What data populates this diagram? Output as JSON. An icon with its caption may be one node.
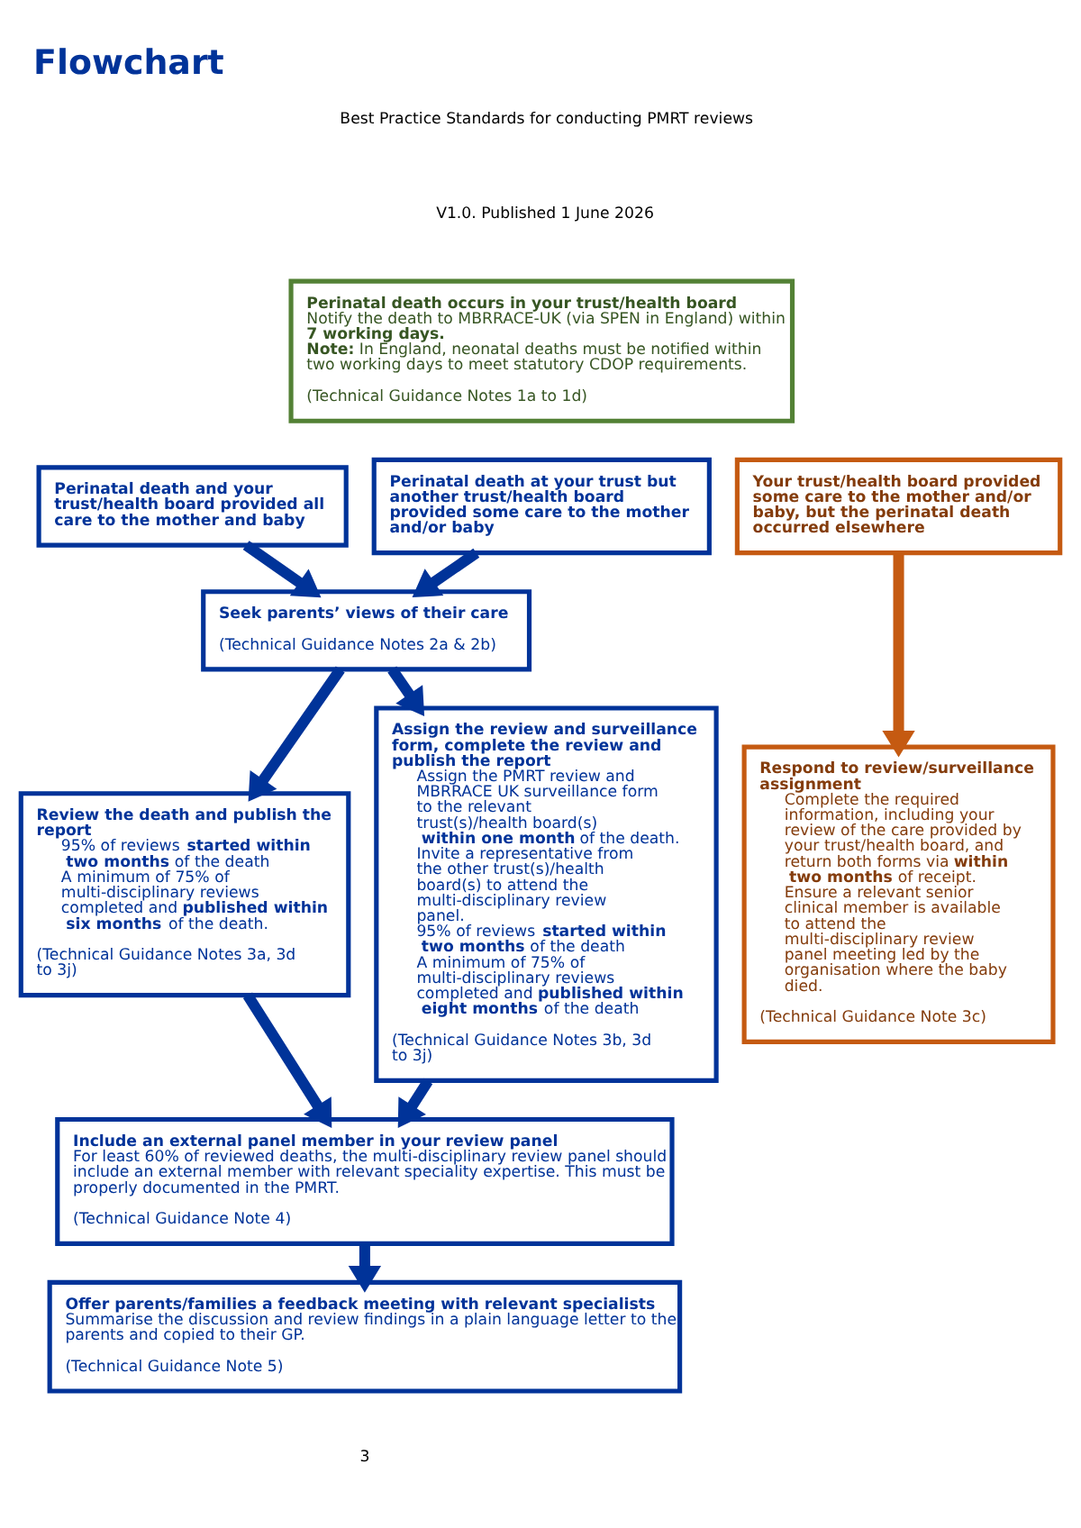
{
  "diagram": {
    "title": "Flowchart",
    "nodes": [
      {
        "text": [
          "Perinatal death occurs in your trust/health board",
          "Notify the death to MBRRACE-UK (via SPEN in England) within **7 working days.**",
          "**Note:** In England, neonatal deaths must be notified within two working days to meet statutory CDOP requirements.",
          "(Technical Guidance Notes 1a to 1d)"
        ]
      },
      {
        "text": [
          "Perinatal death and your trust/health board provided all care to the mother and baby"
        ]
      },
      {
        "text": [
          "Perinatal death at your trust but another trust/health board provided some care to the mother and/or baby"
        ]
      },
      {
        "text": [
          "Your trust/health board provided some care to the mother and/or baby, but the perinatal death occurred elsewhere"
        ]
      },
      {
        "text": [
          "Seek parents’ views of their care",
          "(Technical Guidance Notes 2a & 2b)"
        ]
      },
      {
        "text": [
          "Review the death and publish the report",
          "95% of reviews **started within two months** of the death",
          "A minimum of 75% of multi-disciplinary reviews completed and **published within six months** of the death.",
          "(Technical Guidance Notes 3a, 3d to 3j)"
        ]
      },
      {
        "text": [
          "Assign the review and surveillance form, complete the review and publish the report",
          "Assign the PMRT review and MBRRACE UK surveillance form to the relevant trust(s)/health board(s) **within one month** of the death.",
          "Invite a representative from the other trust(s)/health board(s) to attend the multi-disciplinary review panel.",
          "95% of reviews **started within two months** of the death",
          "A minimum of 75% of multi-disciplinary reviews completed and **published within eight months** of the death",
          "(Technical Guidance Notes 3b, 3d to 3j)"
        ]
      },
      {
        "text": [
          "Respond to review/surveillance assignment",
          "Complete the required information, including your review of the care provided by your trust/health board, and return both forms via **within two months** of receipt.",
          "Ensure a relevant senior clinical member is available to attend the multi-disciplinary review panel meeting led by the organisation where the baby died.",
          "(Technical Guidance Note 3c)"
        ]
      },
      {
        "text": [
          "Include an external panel member in your review panel",
          "For least 60% of reviewed deaths, the multi-disciplinary review panel should include an external member with relevant speciality expertise. This must be properly documented in the PMRT.",
          "(Technical Guidance Note 4)"
        ]
      },
      {
        "text": [
          "Offer parents/families a feedback meeting with relevant specialists",
          "Summarise the discussion and review findings in a plain language letter to the parents and copied to their GP.",
          "(Technical Guidance Note 5)"
        ]
      }
    ],
    "edges": [
      {
        "from": 1,
        "to": 4,
        "arrow": "to"
      },
      {
        "from": 2,
        "to": 4,
        "arrow": "to"
      },
      {
        "from": 3,
        "to": 7,
        "arrow": "to",
        "color": "#c55a11"
      },
      {
        "from": 4,
        "to": 5,
        "arrow": "to"
      },
      {
        "from": 4,
        "to": 6,
        "arrow": "to"
      },
      {
        "from": 5,
        "to": 8,
        "arrow": "to"
      },
      {
        "from": 6,
        "to": 8,
        "arrow": "to"
      },
      {
        "from": 8,
        "to": 9,
        "arrow": "to"
      }
    ],
    "labels": [
      "Best Practice Standards for conducting PMRT reviews",
      "V1.0. Published 1 June 2026",
      "3"
    ]
  }
}
